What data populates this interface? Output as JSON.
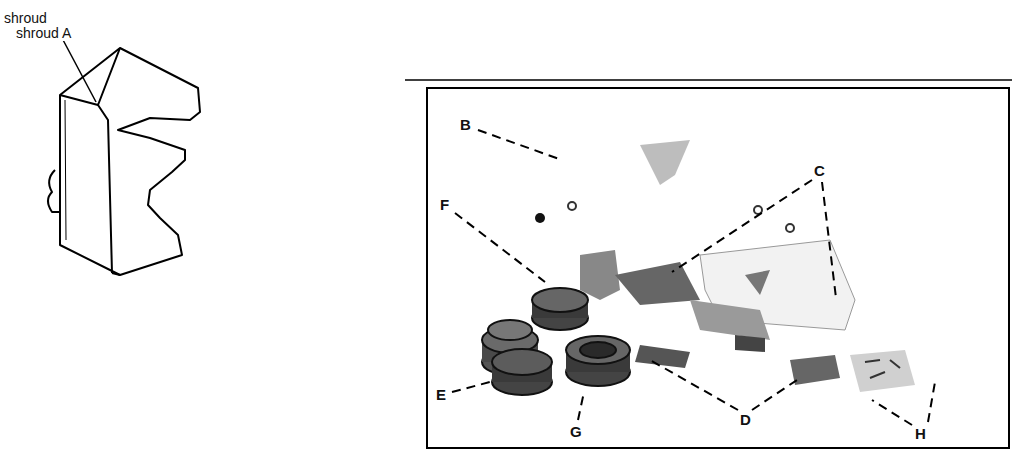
{
  "diagram": {
    "labels": [
      "shroud",
      "shroud A",
      "B",
      "C",
      "F",
      "E",
      "G",
      "D",
      "H"
    ]
  }
}
